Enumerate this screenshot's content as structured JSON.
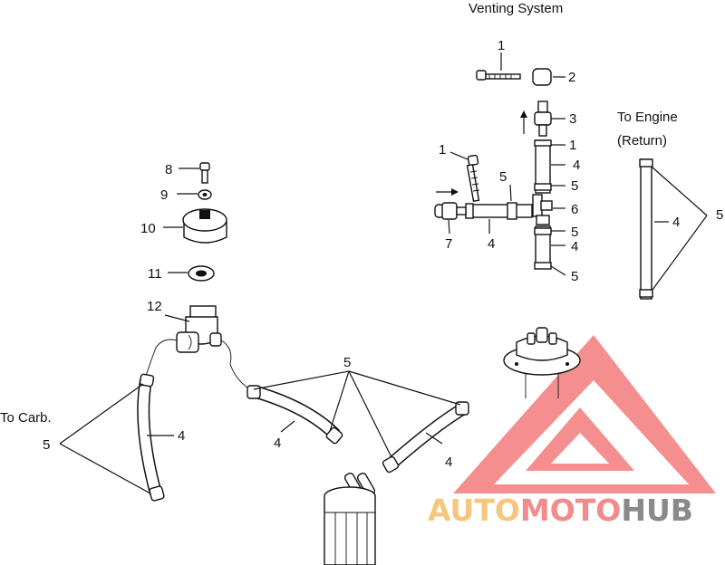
{
  "titles": {
    "venting": "Venting System",
    "to_engine": "To Engine",
    "return": "(Return)",
    "to_carb": "To Carb."
  },
  "callouts": {
    "c1a": "1",
    "c2": "2",
    "c3": "3",
    "c1b": "1",
    "c4a": "4",
    "c5a": "5",
    "c1c": "1",
    "c5b": "5",
    "c6": "6",
    "c7": "7",
    "c4b": "4",
    "c5c": "5",
    "c4c": "4",
    "c5d": "5",
    "c4eng": "4",
    "c5eng": "5",
    "c8": "8",
    "c9": "9",
    "c10": "10",
    "c11": "11",
    "c12": "12",
    "c5mid": "5",
    "c4mid1": "4",
    "c4mid2": "4",
    "c5carb": "5",
    "c4carb": "4"
  },
  "watermark": {
    "part1": "AUTO",
    "part2": "MOTO",
    "part3": "HUB",
    "color1": "#f5c77e",
    "color2": "#f28b8b",
    "color3": "#8a8a8a",
    "logo_color": "#f26a6a"
  }
}
